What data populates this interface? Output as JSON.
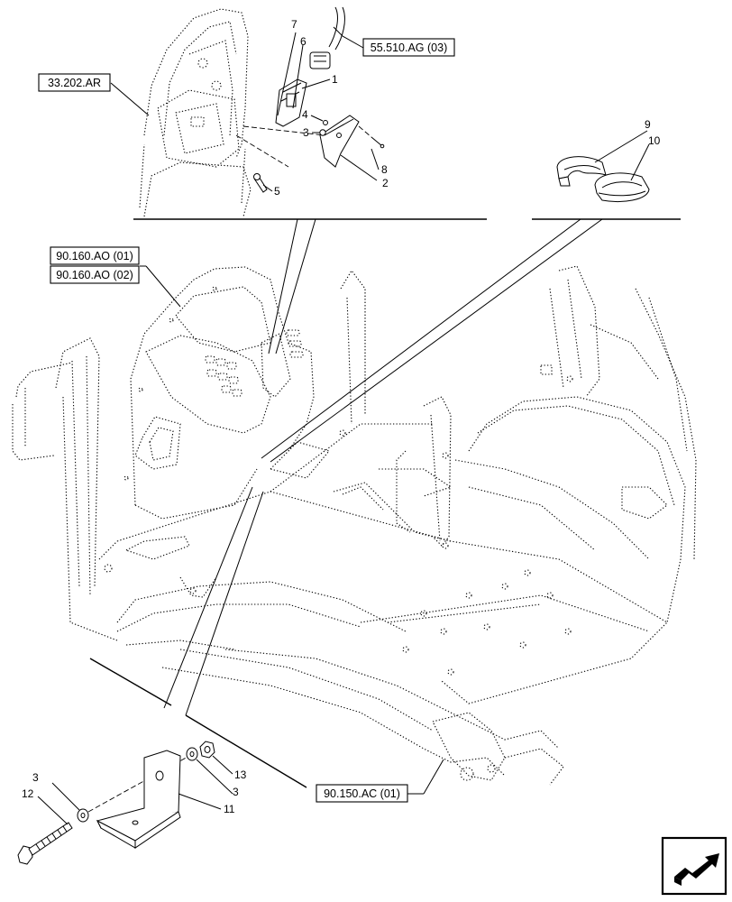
{
  "ref_labels": {
    "r1": "33.202.AR",
    "r2": "55.510.AG (03)",
    "r3": "90.160.AO (01)",
    "r4": "90.160.AO (02)",
    "r5": "90.150.AC (01)"
  },
  "callouts": {
    "c1": "1",
    "c2": "2",
    "c3a": "3",
    "c3b": "3",
    "c3c": "3",
    "c4": "4",
    "c5": "5",
    "c6": "6",
    "c7": "7",
    "c8": "8",
    "c9": "9",
    "c10": "10",
    "c11": "11",
    "c12": "12",
    "c13": "13"
  },
  "nav_icon": "next-page-arrow-icon"
}
